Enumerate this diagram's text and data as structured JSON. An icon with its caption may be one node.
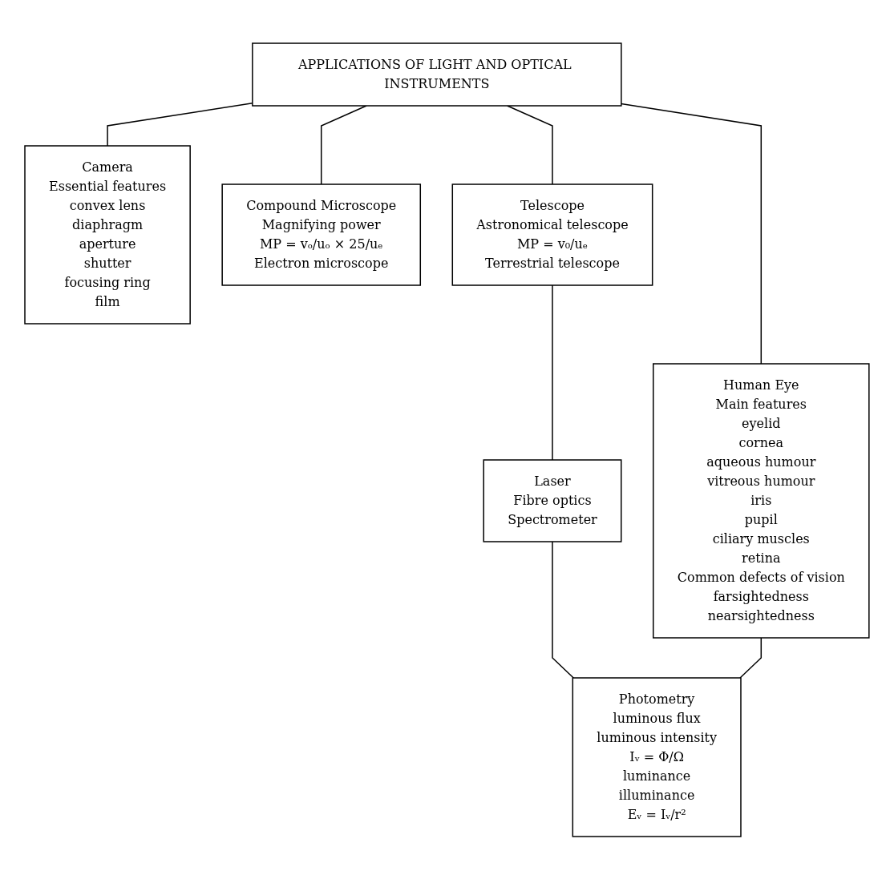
{
  "diagram": {
    "nodes": [
      {
        "text": [
          "APPLICATIONS OF LIGHT AND OPTICAL INSTRUMENTS"
        ]
      },
      {
        "text": [
          "Camera",
          "Essential features",
          "convex lens",
          "diaphragm",
          "aperture",
          "shutter",
          "focusing ring",
          "film"
        ]
      },
      {
        "text": [
          "Compound Microscope",
          "Magnifying power",
          "MP = vₒ/uₒ × 25/uₑ",
          "Electron microscope"
        ]
      },
      {
        "text": [
          "Telescope",
          "Astronomical telescope",
          "MP = v₀/uₑ",
          "Terrestrial telescope"
        ]
      },
      {
        "text": [
          "Human Eye",
          "Main features",
          "eyelid",
          "cornea",
          "aqueous humour",
          "vitreous humour",
          "iris",
          "pupil",
          "ciliary muscles",
          "retina",
          "Common defects of vision",
          "farsightedness",
          "nearsightedness"
        ]
      },
      {
        "text": [
          "Laser",
          "Fibre optics",
          "Spectrometer"
        ]
      },
      {
        "text": [
          "Photometry",
          "luminous flux",
          "luminous intensity",
          "Iᵥ = Φ/Ω",
          "luminance",
          "illuminance",
          "Eᵥ = Iᵥ/r²"
        ]
      }
    ],
    "edges": [
      {
        "from": 0,
        "to": 1,
        "arrow": "none"
      },
      {
        "from": 0,
        "to": 2,
        "arrow": "none"
      },
      {
        "from": 0,
        "to": 3,
        "arrow": "none"
      },
      {
        "from": 0,
        "to": 4,
        "arrow": "none"
      },
      {
        "from": 3,
        "to": 5,
        "arrow": "none"
      },
      {
        "from": 5,
        "to": 6,
        "arrow": "none"
      },
      {
        "from": 4,
        "to": 6,
        "arrow": "none"
      }
    ]
  }
}
